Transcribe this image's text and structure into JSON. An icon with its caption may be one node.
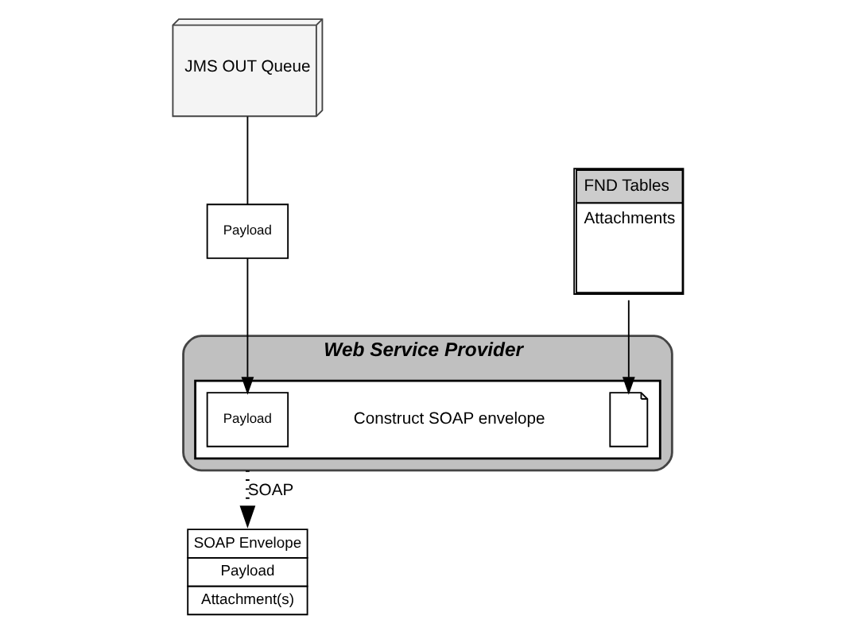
{
  "diagram": {
    "nodes": [
      {
        "text": [
          "JMS OUT Queue"
        ]
      },
      {
        "text": [
          "Payload"
        ]
      },
      {
        "text": [
          "Web Service Provider"
        ]
      },
      {
        "text": [],
        "shape": "box",
        "in": 2
      },
      {
        "text": [
          "Payload"
        ],
        "in": 3
      },
      {
        "text": [
          "Construct SOAP envelope"
        ],
        "in": 3
      },
      {
        "text": [],
        "shape": "document",
        "in": 3
      },
      {
        "text": [
          "SOAP Envelope",
          "Payload",
          "Attachment(s)"
        ]
      },
      {
        "text": [
          "FND Tables",
          "Attachments"
        ]
      }
    ],
    "edges": [
      {
        "from": 0,
        "to": 1,
        "arrow": "none"
      },
      {
        "from": 1,
        "to": 4,
        "arrow": "to"
      },
      {
        "from": 2,
        "to": 7,
        "arrow": "to",
        "label": "SOAP",
        "style": "dashed"
      },
      {
        "from": 8,
        "to": 6,
        "arrow": "to"
      }
    ]
  }
}
